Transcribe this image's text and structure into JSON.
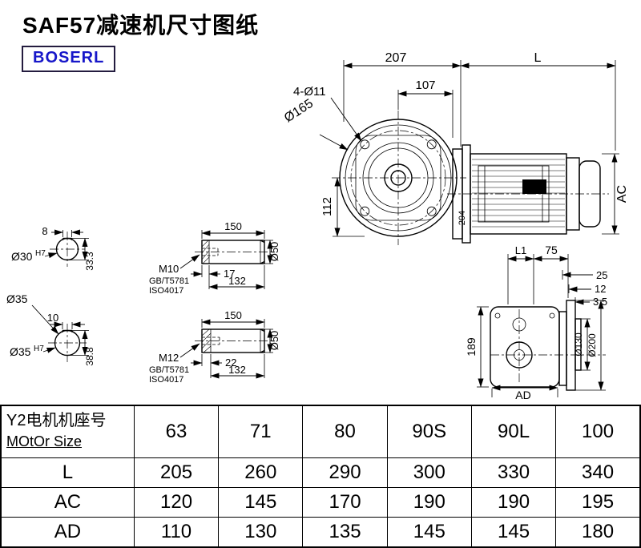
{
  "page": {
    "title": "SAF57减速机尺寸图纸",
    "logo": "BOSERL"
  },
  "main_view": {
    "d207": "207",
    "dL": "L",
    "d107": "107",
    "bolt_holes": "4-Ø11",
    "flange_dia": "Ø165",
    "d112": "112",
    "dAC": "AC",
    "d204": "204"
  },
  "side_view": {
    "dL1": "L1",
    "d75": "75",
    "d25": "25",
    "d12": "12",
    "d3_5": "3.5",
    "d189": "189",
    "d130": "Ø130",
    "d200": "Ø200",
    "dAD": "AD"
  },
  "shaft_section_1": {
    "d8": "8",
    "dia": "Ø30",
    "tol": "H7",
    "d33_3": "33.3"
  },
  "shaft_section_2": {
    "dia_label": "Ø35",
    "d10": "10",
    "dia": "Ø35",
    "tol": "H7",
    "d38_8": "38.8"
  },
  "shaft_detail_1": {
    "d150": "150",
    "thread": "M10",
    "std1": "GB/T5781",
    "std2": "ISO4017",
    "d17": "17",
    "d132": "132",
    "d50": "Ø50"
  },
  "shaft_detail_2": {
    "d150": "150",
    "thread": "M12",
    "std1": "GB/T5781",
    "std2": "ISO4017",
    "d22": "22",
    "d132": "132",
    "d50": "Ø50"
  },
  "table": {
    "motor_label_cn": "Y2电机机座号",
    "motor_label_en": "MOtOr Size",
    "sizes": [
      "63",
      "71",
      "80",
      "90S",
      "90L",
      "100"
    ],
    "rows": [
      {
        "label": "L",
        "values": [
          "205",
          "260",
          "290",
          "300",
          "330",
          "340"
        ]
      },
      {
        "label": "AC",
        "values": [
          "120",
          "145",
          "170",
          "190",
          "190",
          "195"
        ]
      },
      {
        "label": "AD",
        "values": [
          "110",
          "130",
          "135",
          "145",
          "145",
          "180"
        ]
      }
    ]
  }
}
